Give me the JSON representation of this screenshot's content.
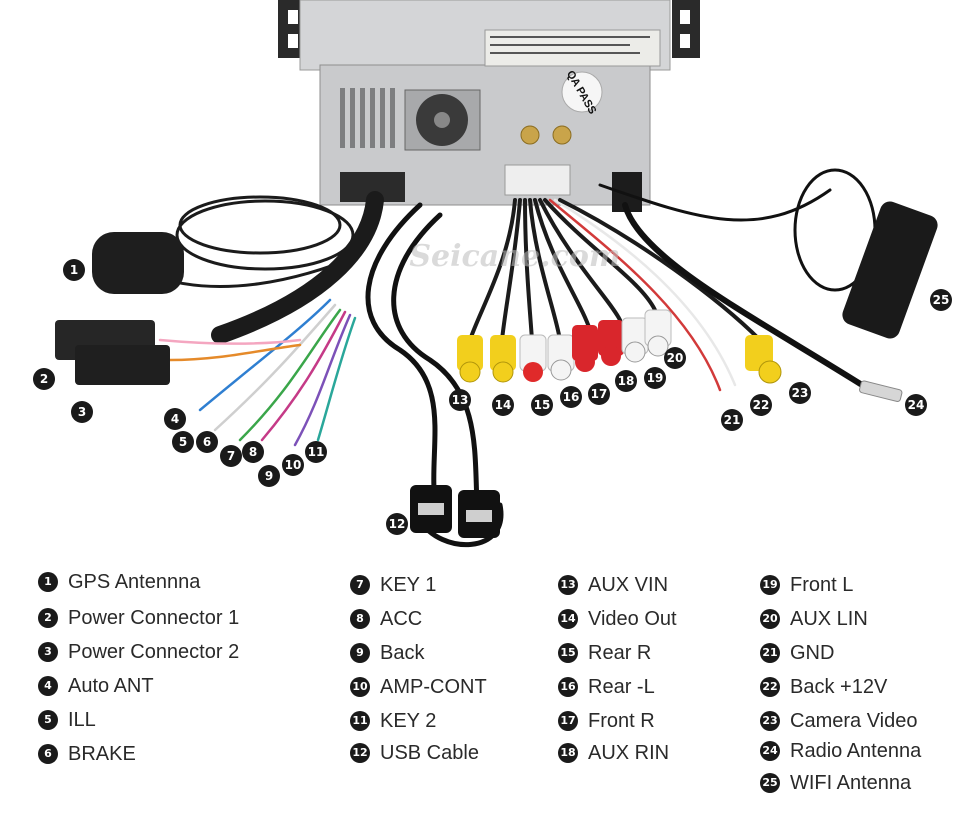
{
  "watermark": "Seicane.com",
  "qa_stamp": "QA PASS",
  "callouts": [
    "1",
    "2",
    "3",
    "4",
    "5",
    "6",
    "7",
    "8",
    "9",
    "10",
    "11",
    "12",
    "13",
    "14",
    "15",
    "16",
    "17",
    "18",
    "19",
    "20",
    "21",
    "22",
    "23",
    "24",
    "25"
  ],
  "legend": [
    {
      "num": "1",
      "label": "GPS Antennna"
    },
    {
      "num": "2",
      "label": "Power Connector 1"
    },
    {
      "num": "3",
      "label": "Power Connector 2"
    },
    {
      "num": "4",
      "label": "Auto ANT"
    },
    {
      "num": "5",
      "label": "ILL"
    },
    {
      "num": "6",
      "label": "BRAKE"
    },
    {
      "num": "7",
      "label": "KEY 1"
    },
    {
      "num": "8",
      "label": "ACC"
    },
    {
      "num": "9",
      "label": "Back"
    },
    {
      "num": "10",
      "label": "AMP-CONT"
    },
    {
      "num": "11",
      "label": "KEY 2"
    },
    {
      "num": "12",
      "label": "USB Cable"
    },
    {
      "num": "13",
      "label": "AUX VIN"
    },
    {
      "num": "14",
      "label": "Video Out"
    },
    {
      "num": "15",
      "label": "Rear R"
    },
    {
      "num": "16",
      "label": "Rear -L"
    },
    {
      "num": "17",
      "label": "Front R"
    },
    {
      "num": "18",
      "label": "AUX RIN"
    },
    {
      "num": "19",
      "label": "Front L"
    },
    {
      "num": "20",
      "label": "AUX LIN"
    },
    {
      "num": "21",
      "label": "GND"
    },
    {
      "num": "22",
      "label": "Back +12V"
    },
    {
      "num": "23",
      "label": "Camera Video"
    },
    {
      "num": "24",
      "label": "Radio Antenna"
    },
    {
      "num": "25",
      "label": "WIFI Antenna"
    }
  ],
  "colors": {
    "rca_yellow": "#f2cf1d",
    "rca_red": "#d9262c",
    "rca_white": "#f4f4f4",
    "cable_black": "#1b1b1b",
    "unit_gray": "#c9cacc"
  }
}
